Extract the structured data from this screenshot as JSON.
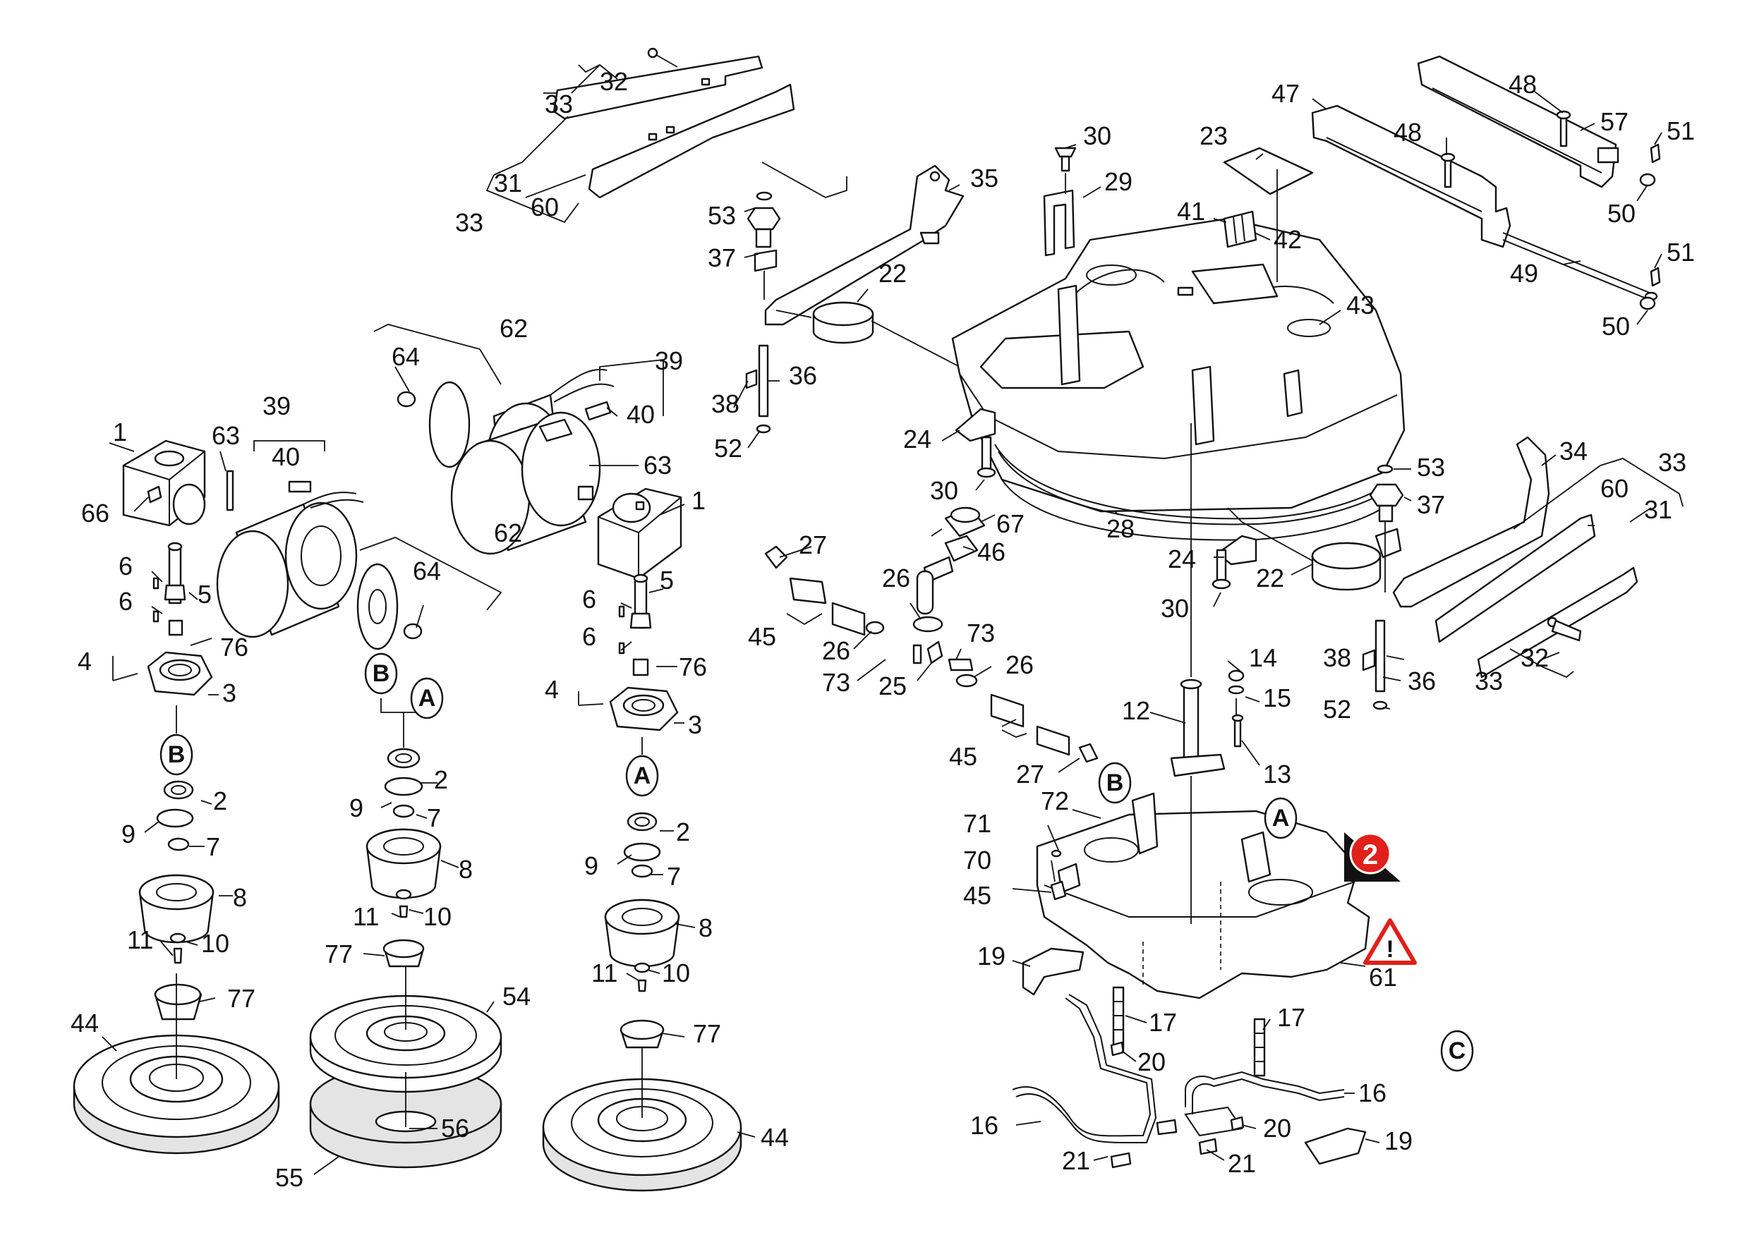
{
  "labels": {
    "l32a": "32",
    "l33a": "33",
    "l31a": "31",
    "l60a": "60",
    "l33b": "33",
    "l35": "35",
    "l53a": "53",
    "l37a": "37",
    "l22a": "22",
    "l36a": "36",
    "l38a": "38",
    "l52a": "52",
    "l62a": "62",
    "l64a": "64",
    "l39a": "39",
    "l40a": "40",
    "l63a": "63",
    "l1a": "1",
    "l1b": "1",
    "l39b": "39",
    "l40b": "40",
    "l63b": "63",
    "l66": "66",
    "l62b": "62",
    "l64b": "64",
    "l6a": "6",
    "l5a": "5",
    "l6b": "6",
    "l4a": "4",
    "l76a": "76",
    "l3a": "3",
    "l2a": "2",
    "l9a": "9",
    "l7a": "7",
    "l8a": "8",
    "l11a": "11",
    "l10a": "10",
    "l77a": "77",
    "l44a": "44",
    "l2b": "2",
    "l9b": "9",
    "l7b": "7",
    "l8b": "8",
    "l11b": "11",
    "l10b": "10",
    "l77b": "77",
    "l54": "54",
    "l56": "56",
    "l55": "55",
    "l6c": "6",
    "l5b": "5",
    "l6d": "6",
    "l4b": "4",
    "l76b": "76",
    "l3b": "3",
    "l2c": "2",
    "l9c": "9",
    "l7c": "7",
    "l8c": "8",
    "l11c": "11",
    "l10c": "10",
    "l77c": "77",
    "l44b": "44",
    "l30a": "30",
    "l29": "29",
    "l23": "23",
    "l41": "41",
    "l42": "42",
    "l43": "43",
    "l24a": "24",
    "l30b": "30",
    "l67": "67",
    "l46": "46",
    "l28": "28",
    "l24b": "24",
    "l30c": "30",
    "l22b": "22",
    "l27a": "27",
    "l26a": "26",
    "l45a": "45",
    "l26b": "26",
    "l73a": "73",
    "l25": "25",
    "l73b": "73",
    "l26c": "26",
    "l45b": "45",
    "l27b": "27",
    "l47": "47",
    "l48a": "48",
    "l57": "57",
    "l51a": "51",
    "l48b": "48",
    "l50a": "50",
    "l49": "49",
    "l51b": "51",
    "l50b": "50",
    "l34": "34",
    "l33c": "33",
    "l60b": "60",
    "l31b": "31",
    "l53b": "53",
    "l37b": "37",
    "l14": "14",
    "l15": "15",
    "l12": "12",
    "l13": "13",
    "l38b": "38",
    "l36b": "36",
    "l52b": "52",
    "l32b": "32",
    "l33d": "33",
    "l72": "72",
    "l71": "71",
    "l70": "70",
    "l45c": "45",
    "l61": "61",
    "l19a": "19",
    "l17a": "17",
    "l17b": "17",
    "l20a": "20",
    "l16a": "16",
    "l21a": "21",
    "l16b": "16",
    "l20b": "20",
    "l19b": "19",
    "l21b": "21"
  },
  "badges": {
    "b1": "B",
    "a1": "A",
    "b2": "B",
    "a2": "A",
    "b3": "B",
    "a3": "A",
    "c1": "C"
  },
  "markers": {
    "info_number": "2",
    "warning_symbol": "!"
  },
  "colors": {
    "ink": "#111111",
    "marker_red": "#e0201a",
    "brush_grey": "#d8d8d8"
  }
}
